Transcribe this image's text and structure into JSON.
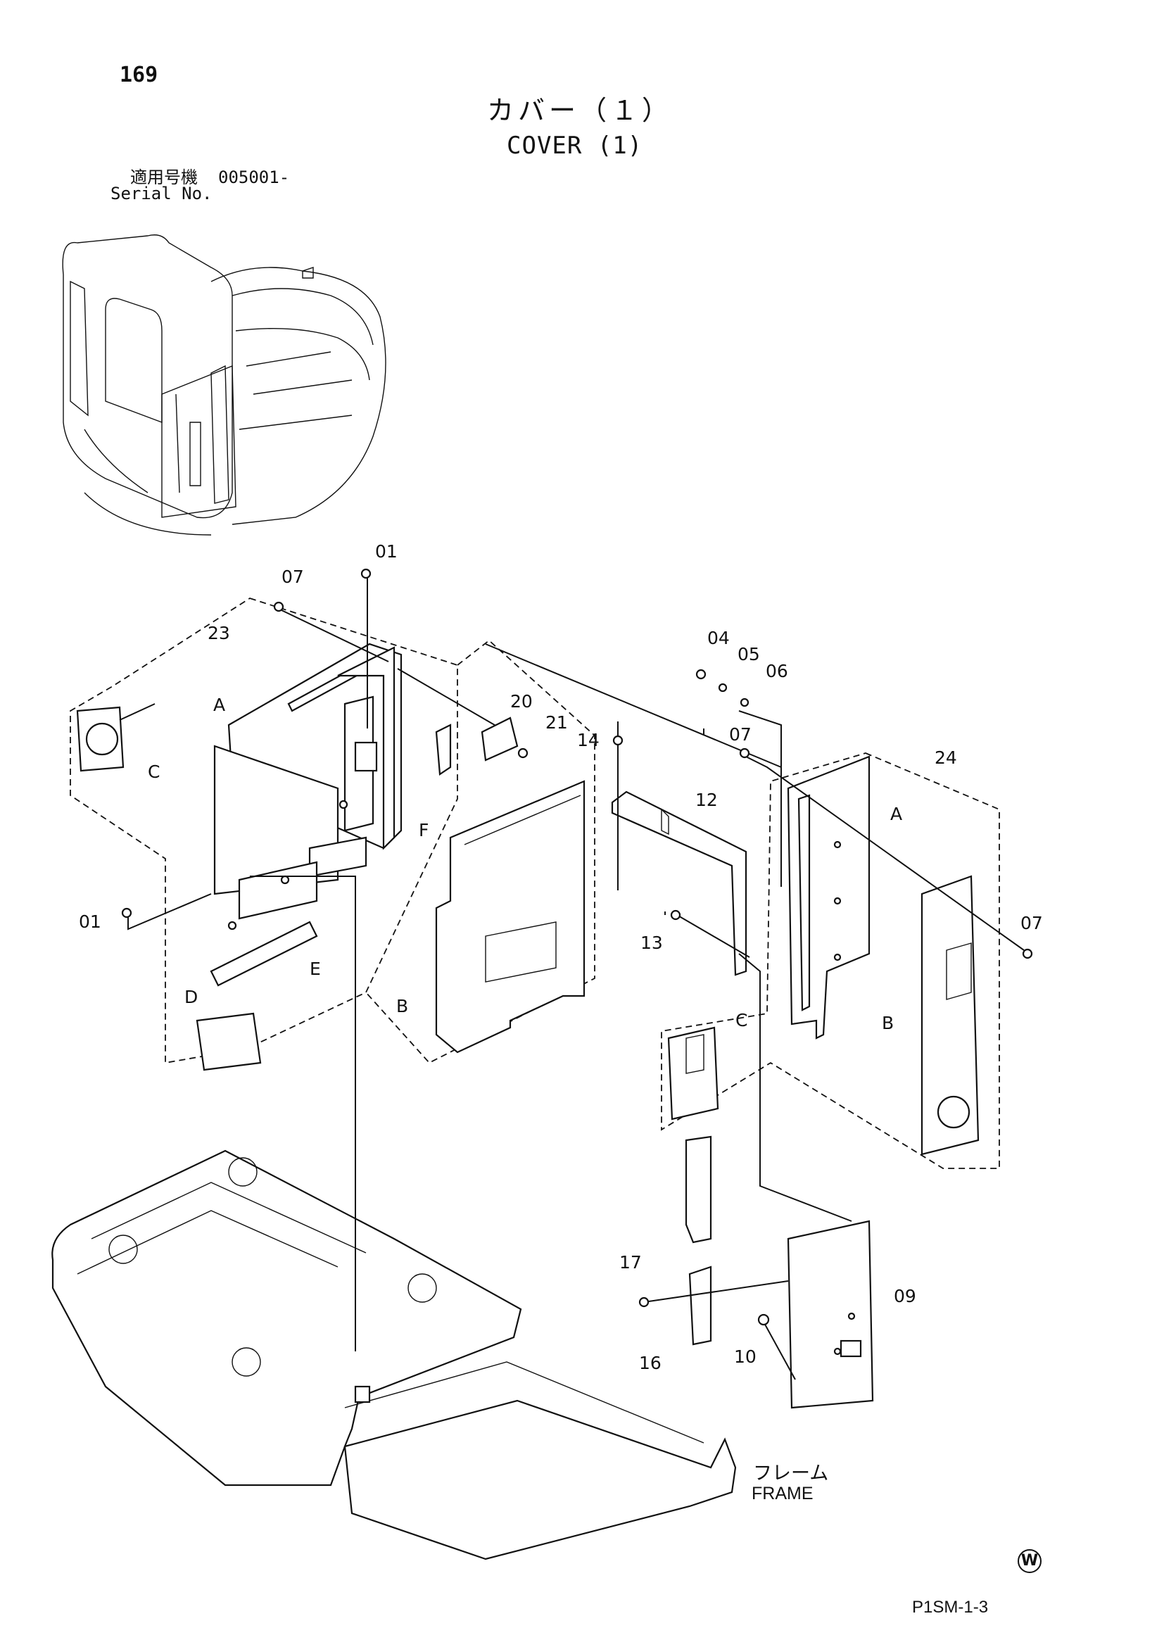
{
  "header": {
    "page_number": "169",
    "title_jp": "カバー（１）",
    "title_en": "COVER (1)",
    "serial_label_jp": "適用号機",
    "serial_label_en": "Serial No.",
    "serial_value": "005001-"
  },
  "frame_label": {
    "jp": "フレーム",
    "en": "FRAME"
  },
  "footer": {
    "mark": "W",
    "drawing_code": "P1SM-1-3"
  },
  "callouts": {
    "n01_top": "01",
    "n01_left": "01",
    "n04": "04",
    "n05": "05",
    "n06": "06",
    "n07_top": "07",
    "n07_mid": "07",
    "n07_right": "07",
    "n09": "09",
    "n10": "10",
    "n12": "12",
    "n13": "13",
    "n14": "14",
    "n16": "16",
    "n17": "17",
    "n20": "20",
    "n21": "21",
    "n23": "23",
    "n24": "24"
  },
  "sub_labels": {
    "a_left": "A",
    "a_right": "A",
    "b_left": "B",
    "b_right": "B",
    "c_left": "C",
    "c_right": "C",
    "d": "D",
    "e": "E",
    "f": "F"
  }
}
